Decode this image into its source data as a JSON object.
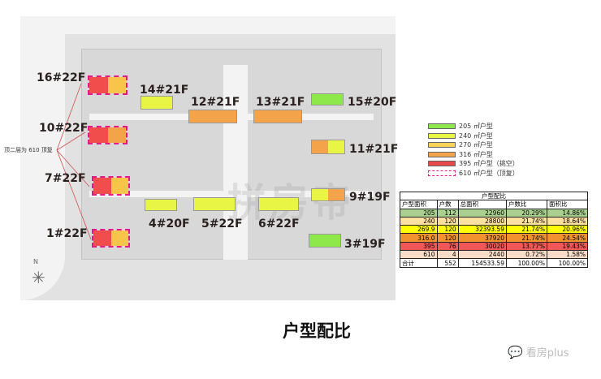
{
  "buildings": [
    {
      "label": "16#22F",
      "colors": [
        "#f24d4d",
        "#f9c44a"
      ],
      "dashed": true
    },
    {
      "label": "14#21F",
      "colors": [
        "#e8f545"
      ],
      "dashed": false
    },
    {
      "label": "12#21F",
      "colors": [
        "#f3a34a"
      ],
      "dashed": false
    },
    {
      "label": "13#21F",
      "colors": [
        "#f3a34a"
      ],
      "dashed": false
    },
    {
      "label": "15#20F",
      "colors": [
        "#8fe84a"
      ],
      "dashed": false
    },
    {
      "label": "10#22F",
      "colors": [
        "#f24d4d",
        "#f3a34a"
      ],
      "dashed": true
    },
    {
      "label": "11#21F",
      "colors": [
        "#f3a34a",
        "#e8f545"
      ],
      "dashed": false
    },
    {
      "label": "7#22F",
      "colors": [
        "#f24d4d",
        "#f9c44a"
      ],
      "dashed": true
    },
    {
      "label": "9#19F",
      "colors": [
        "#e8f545",
        "#f3a34a"
      ],
      "dashed": false
    },
    {
      "label": "4#20F",
      "colors": [
        "#e8f545"
      ],
      "dashed": false
    },
    {
      "label": "5#22F",
      "colors": [
        "#e8f545"
      ],
      "dashed": false
    },
    {
      "label": "6#22F",
      "colors": [
        "#e8f545"
      ],
      "dashed": false
    },
    {
      "label": "1#22F",
      "colors": [
        "#f24d4d",
        "#f9c44a"
      ],
      "dashed": true
    },
    {
      "label": "3#19F",
      "colors": [
        "#8fe84a"
      ],
      "dashed": false
    }
  ],
  "note": "顶二层为 610 顶复",
  "watermark": "拼房帝",
  "compass": "N",
  "legend": [
    {
      "label": "205 ㎡户型",
      "color": "#8fe84a"
    },
    {
      "label": "240 ㎡户型",
      "color": "#e8f545"
    },
    {
      "label": "270 ㎡户型",
      "color": "#f9d45a"
    },
    {
      "label": "316 ㎡户型",
      "color": "#f3a34a"
    },
    {
      "label": "395 ㎡户型（挑空）",
      "color": "#e84a4a"
    },
    {
      "label": "610 ㎡户型（顶复）",
      "color": "dashed-#e5178a"
    }
  ],
  "table": {
    "title": "户型配比",
    "headers": [
      "户型面积",
      "户数",
      "总面积",
      "户数比",
      "面积比"
    ],
    "rows": [
      {
        "cells": [
          "205",
          "112",
          "22960",
          "20.29%",
          "14.86%"
        ],
        "color": "#a9d08e"
      },
      {
        "cells": [
          "240",
          "120",
          "28800",
          "21.74%",
          "18.64%"
        ],
        "color": "#ffe0a0"
      },
      {
        "cells": [
          "269.9",
          "120",
          "32393.59",
          "21.74%",
          "20.96%"
        ],
        "color": "#ffff00"
      },
      {
        "cells": [
          "316.0",
          "120",
          "37920",
          "21.74%",
          "24.54%"
        ],
        "color": "#f2922e"
      },
      {
        "cells": [
          "395",
          "76",
          "30020",
          "13.77%",
          "19.43%"
        ],
        "color": "#f25757"
      },
      {
        "cells": [
          "610",
          "4",
          "2440",
          "0.72%",
          "1.58%"
        ],
        "color": "#f8dcc8"
      },
      {
        "cells": [
          "合计",
          "552",
          "154533.59",
          "100.00%",
          "100.00%"
        ],
        "color": "#ffffff"
      }
    ]
  },
  "title": "户型配比",
  "brand": "看房plus"
}
